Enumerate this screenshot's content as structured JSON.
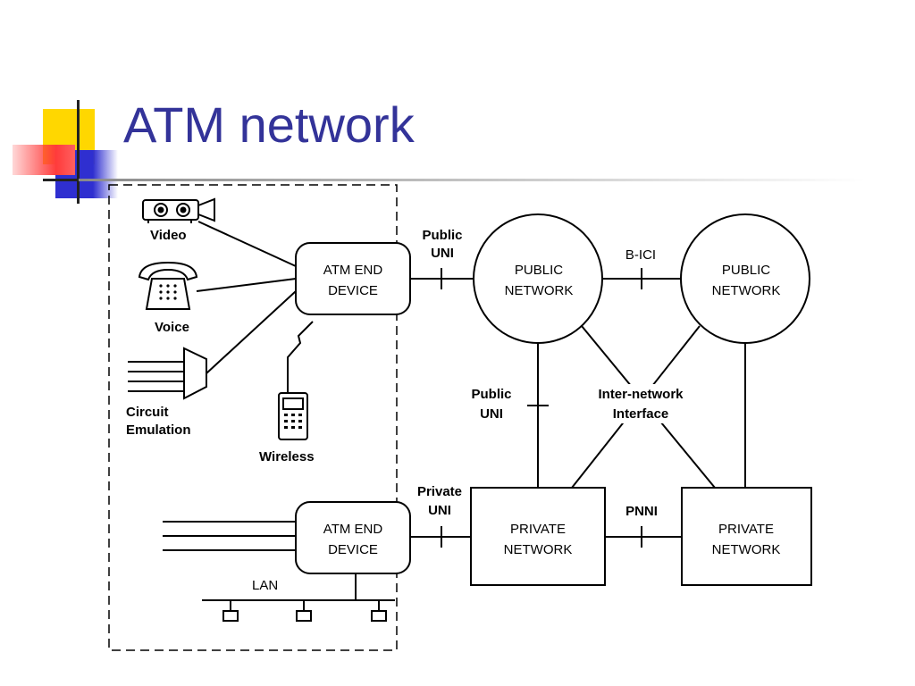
{
  "slide": {
    "title": "ATM network"
  },
  "diagram": {
    "devices": {
      "video": "Video",
      "voice": "Voice",
      "circuit_line1": "Circuit",
      "circuit_line2": "Emulation",
      "wireless": "Wireless",
      "lan": "LAN"
    },
    "atm_end_device_1": [
      "ATM END",
      "DEVICE"
    ],
    "atm_end_device_2": [
      "ATM END",
      "DEVICE"
    ],
    "public_network_1": [
      "PUBLIC",
      "NETWORK"
    ],
    "public_network_2": [
      "PUBLIC",
      "NETWORK"
    ],
    "private_network_1": [
      "PRIVATE",
      "NETWORK"
    ],
    "private_network_2": [
      "PRIVATE",
      "NETWORK"
    ],
    "interfaces": {
      "public_uni_top": [
        "Public",
        "UNI"
      ],
      "b_ici": "B-ICI",
      "public_uni_mid": [
        "Public",
        "UNI"
      ],
      "inter_network": [
        "Inter-network",
        "Interface"
      ],
      "private_uni": [
        "Private",
        "UNI"
      ],
      "pnni": "PNNI"
    }
  }
}
